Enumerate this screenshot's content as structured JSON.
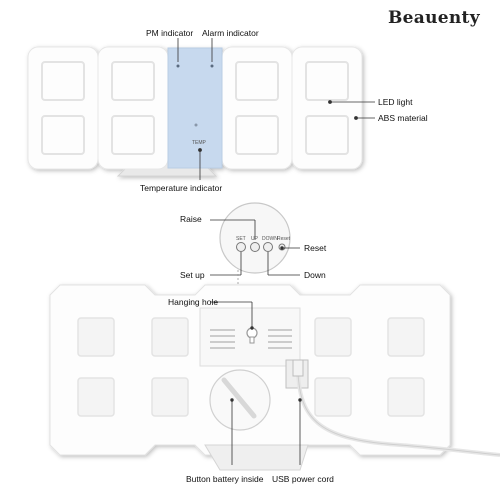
{
  "brand": "Beauenty",
  "top_labels": {
    "pm": "PM indicator",
    "alarm": "Alarm indicator",
    "led": "LED light",
    "abs": "ABS material",
    "temp": "Temperature indicator"
  },
  "panel": {
    "temp_mark": "TEMP",
    "buttons": [
      "SET",
      "UP",
      "DOWN",
      "Reset"
    ]
  },
  "bottom_labels": {
    "raise": "Raise",
    "reset": "Reset",
    "setup": "Set up",
    "down": "Down",
    "hanging": "Hanging hole",
    "battery": "Button battery inside",
    "usb": "USB power cord"
  },
  "colors": {
    "blue_panel": "#c7d9ee",
    "body_white": "#fdfdfd",
    "shadow": "#dcdcdc"
  }
}
